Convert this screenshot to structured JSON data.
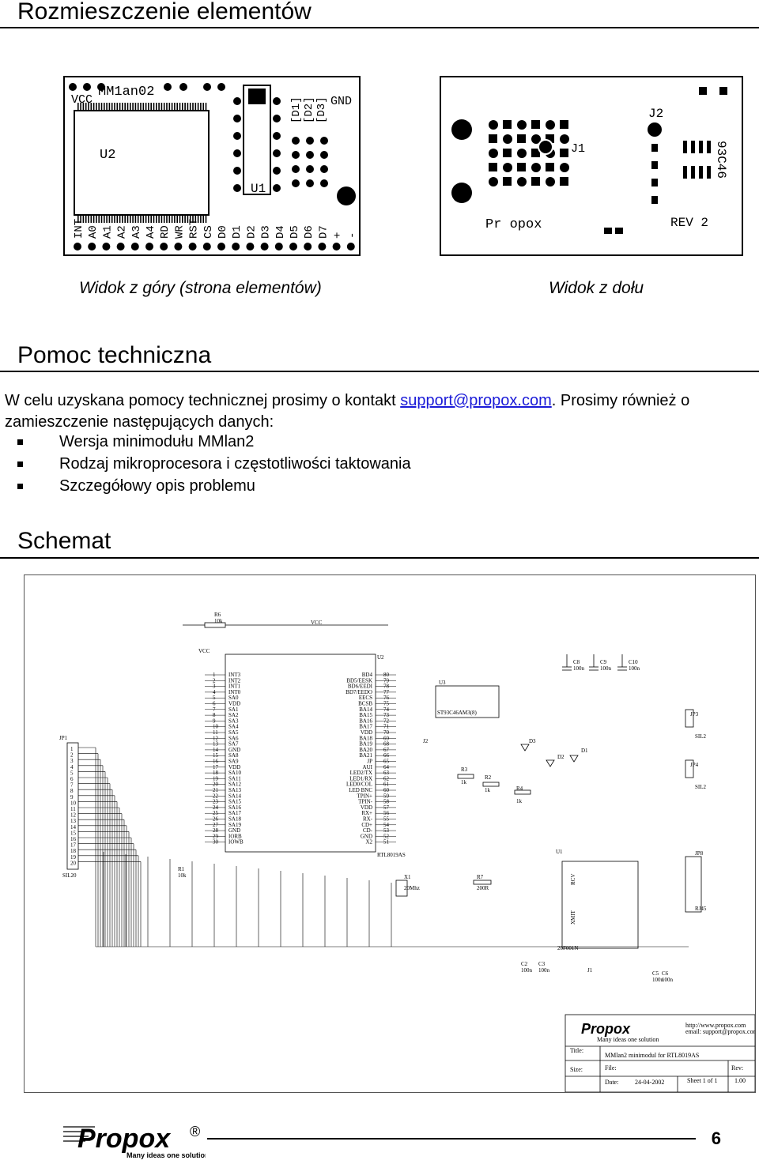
{
  "sections": {
    "placement_title": "Rozmieszczenie elementów",
    "support_title": "Pomoc techniczna",
    "schematic_title": "Schemat"
  },
  "board_top": {
    "caption": "Widok z góry (strona elementów)",
    "labels": [
      "VCC",
      "MM1an02",
      "U2",
      "U1",
      "[D1]",
      "[D2]",
      "[D3]",
      "GND"
    ],
    "pins": [
      "INT",
      "A0",
      "A1",
      "A2",
      "A3",
      "A4",
      "RD",
      "WR",
      "RST",
      "CS",
      "D0",
      "D1",
      "D2",
      "D3",
      "D4",
      "D5",
      "D6",
      "D7",
      "+",
      "-"
    ]
  },
  "board_bottom": {
    "caption": "Widok z dołu",
    "labels": [
      "J2",
      "J1",
      "93C46",
      "Pr opox",
      "REV 2"
    ]
  },
  "support": {
    "text_before": "W celu uzyskana pomocy technicznej prosimy o kontakt ",
    "email": "support@propox.com",
    "text_after": ". Prosimy również o zamieszczenie następujących danych:",
    "bullets": [
      "Wersja minimodułu MMlan2",
      "Rodzaj mikroprocesora i częstotliwości taktowania",
      "Szczegółowy opis problemu"
    ]
  },
  "schematic": {
    "title_block": {
      "company": "Propox",
      "tagline": "Many ideas one solution",
      "url": "http://www.propox.com",
      "email": "email: support@propox.com",
      "title_label": "Title:",
      "title_value": "MMlan2 minimodul for RTL8019AS",
      "size_label": "Size:",
      "file_label": "File:",
      "date_label": "Date:",
      "date_value": "24-04-2002",
      "sheet": "Sheet 1 of 1",
      "rev_label": "Rev:",
      "rev_value": "1.00"
    },
    "parts": {
      "r6": "R6",
      "r6v": "10k",
      "vcc": "VCC",
      "u2": "U2",
      "chip": "RTL8019AS",
      "jp1": "JP1",
      "sil20": "SIL20",
      "r1": "R1",
      "r1v": "10k",
      "u3": "U3",
      "eeprom": "ST93C46AM3(8)",
      "x1": "X1",
      "x1v": "20Mhz",
      "c8": "C8",
      "c9": "C9",
      "c10": "C10",
      "c100n": "100n",
      "d1": "D1",
      "d2": "D2",
      "d3": "D3",
      "r2": "R2",
      "r3": "R3",
      "r4": "R4",
      "r7": "R7",
      "r1k": "1k",
      "r200": "200R",
      "jp3": "JP3",
      "jp4": "JP4",
      "sil2": "SIL2",
      "jp8": "JP8",
      "rj45": "RJ45",
      "u1": "U1",
      "rcv": "RCV",
      "xmit": "XMIT",
      "transformer": "20F001N",
      "c2": "C2",
      "c3": "C3",
      "c5": "C5",
      "c6": "C6",
      "j1": "J1",
      "j2": "J2"
    },
    "u2_left_pins": [
      "INT3",
      "INT2",
      "INT1",
      "INT0",
      "SA0",
      "VDD",
      "SA1",
      "SA2",
      "SA3",
      "SA4",
      "SA5",
      "SA6",
      "SA7",
      "GND",
      "SA8",
      "SA9",
      "VDD",
      "SA10",
      "SA11",
      "SA12",
      "SA13",
      "SA14",
      "SA15",
      "SA16",
      "SA17",
      "SA18",
      "SA19",
      "GND",
      "IORB",
      "IOWB"
    ],
    "u2_right_pins": [
      "BD4",
      "BD5/EESK",
      "BD6/EEDI",
      "BD7/EEDO",
      "EECS",
      "BCSB",
      "BA14",
      "BA15",
      "BA16",
      "BA17",
      "VDD",
      "BA18",
      "BA19",
      "BA20",
      "BA21",
      "JP",
      "AUI",
      "LED2/TX",
      "LED1/RX",
      "LED0/COL",
      "LED BNC",
      "TPIN+",
      "TPIN-",
      "VDD",
      "RX+",
      "RX-",
      "CD+",
      "CD-",
      "GND",
      "X2"
    ]
  },
  "footer": {
    "brand": "Propox",
    "tagline": "Many ideas one solution",
    "page_number": "6"
  }
}
